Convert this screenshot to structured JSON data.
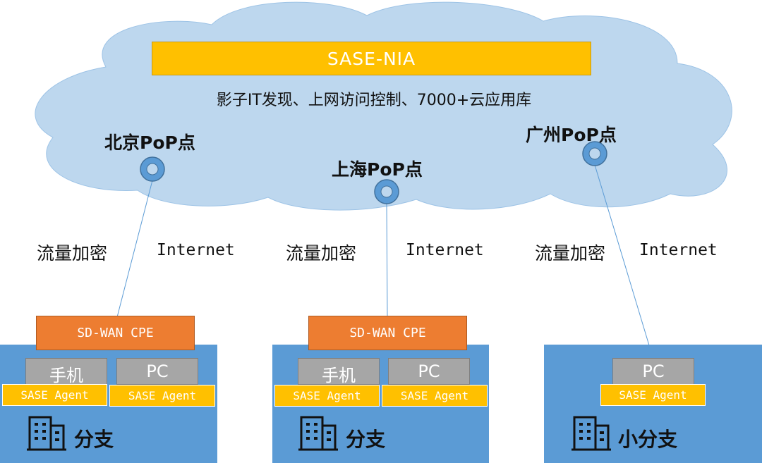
{
  "cloud": {
    "title": "SASE-NIA",
    "description": "影子IT发现、上网访问控制、7000+云应用库"
  },
  "pops": [
    {
      "label": "北京PoP点"
    },
    {
      "label": "上海PoP点"
    },
    {
      "label": "广州PoP点"
    }
  ],
  "links": [
    {
      "encrypt_label": "流量加密",
      "internet_label": "Internet"
    },
    {
      "encrypt_label": "流量加密",
      "internet_label": "Internet"
    },
    {
      "encrypt_label": "流量加密",
      "internet_label": "Internet"
    }
  ],
  "branches": [
    {
      "label": "分支",
      "cpe": "SD-WAN CPE",
      "devices": [
        {
          "name": "手机",
          "agent": "SASE Agent"
        },
        {
          "name": "PC",
          "agent": "SASE Agent"
        }
      ]
    },
    {
      "label": "分支",
      "cpe": "SD-WAN CPE",
      "devices": [
        {
          "name": "手机",
          "agent": "SASE Agent"
        },
        {
          "name": "PC",
          "agent": "SASE Agent"
        }
      ]
    },
    {
      "label": "小分支",
      "devices": [
        {
          "name": "PC",
          "agent": "SASE Agent"
        }
      ]
    }
  ],
  "colors": {
    "cloud_fill": "#bdd7ee",
    "bar_fill": "#ffc000",
    "branch_fill": "#5b9bd5",
    "cpe_fill": "#ed7d31",
    "device_fill": "#a6a6a6",
    "pop_node_fill": "#5b9bd5",
    "link_line": "#5b9bd5"
  }
}
